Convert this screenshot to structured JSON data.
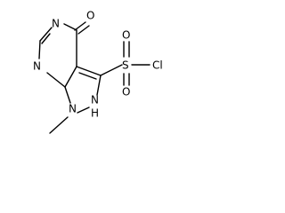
{
  "molecule": {
    "labels": {
      "O": "O",
      "N5": "N",
      "N7": "N",
      "N1": "N",
      "N2": "N",
      "H": "H",
      "S": "S",
      "Cl": "Cl",
      "O_s_top": "O",
      "O_s_bottom": "O"
    }
  },
  "colors": {
    "bond": "#000000",
    "text": "#000000",
    "background": "#ffffff"
  }
}
